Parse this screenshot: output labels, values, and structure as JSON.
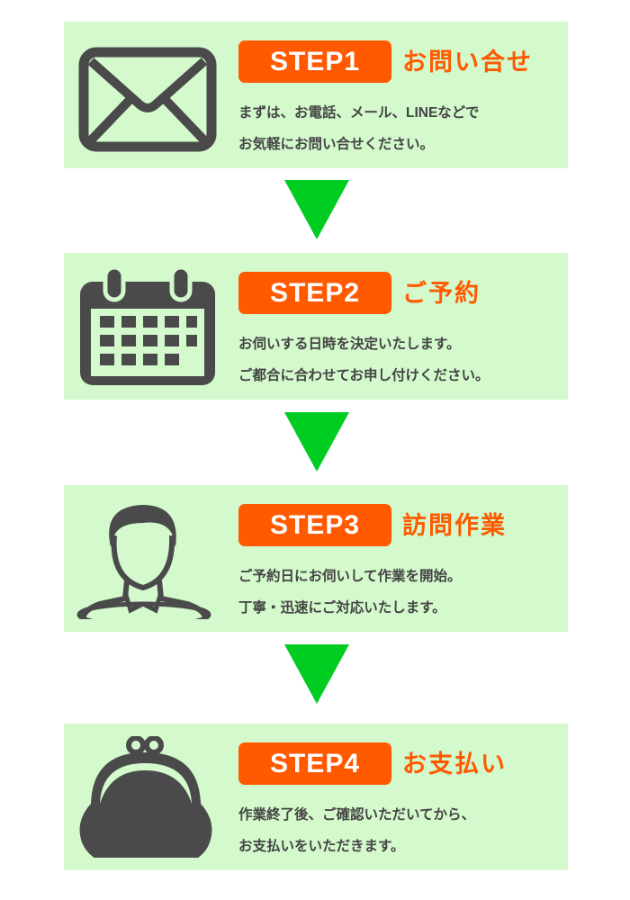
{
  "colors": {
    "card_bg": "#d3f9cc",
    "accent": "#ff5a00",
    "arrow": "#00cc22",
    "icon": "#4a4a4a"
  },
  "steps": [
    {
      "badge": "STEP1",
      "title": "お問い合せ",
      "lines": [
        "まずは、お電話、メール、LINEなどで",
        "お気軽にお問い合せください。"
      ],
      "icon": "envelope-icon"
    },
    {
      "badge": "STEP2",
      "title": "ご予約",
      "lines": [
        "お伺いする日時を決定いたします。",
        "ご都合に合わせてお申し付けください。"
      ],
      "icon": "calendar-icon"
    },
    {
      "badge": "STEP3",
      "title": "訪問作業",
      "lines": [
        "ご予約日にお伺いして作業を開始。",
        "丁寧・迅速にご対応いたします。"
      ],
      "icon": "worker-icon"
    },
    {
      "badge": "STEP4",
      "title": "お支払い",
      "lines": [
        "作業終了後、ご確認いただいてから、",
        "お支払いをいただきます。"
      ],
      "icon": "purse-icon"
    }
  ]
}
